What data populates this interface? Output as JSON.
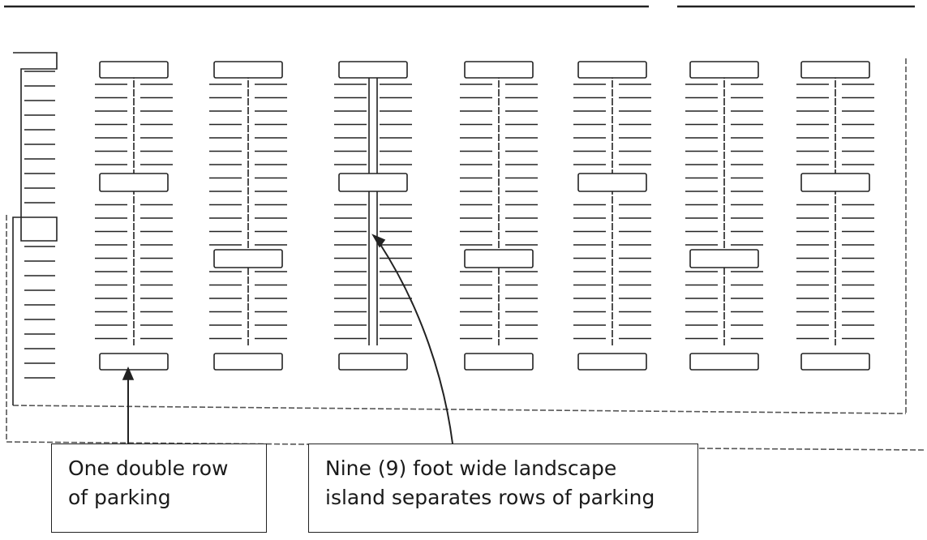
{
  "callouts": {
    "double_row": {
      "line1": "One double row",
      "line2": "of parking"
    },
    "island": {
      "line1": "Nine (9) foot wide landscape",
      "line2": "island separates rows of parking"
    }
  },
  "colors": {
    "line": "#222222",
    "dashed": "#555555",
    "background": "#ffffff"
  },
  "icons": {
    "arrow_left": "arrow-up-icon",
    "arrow_right": "arrow-curved-icon"
  }
}
